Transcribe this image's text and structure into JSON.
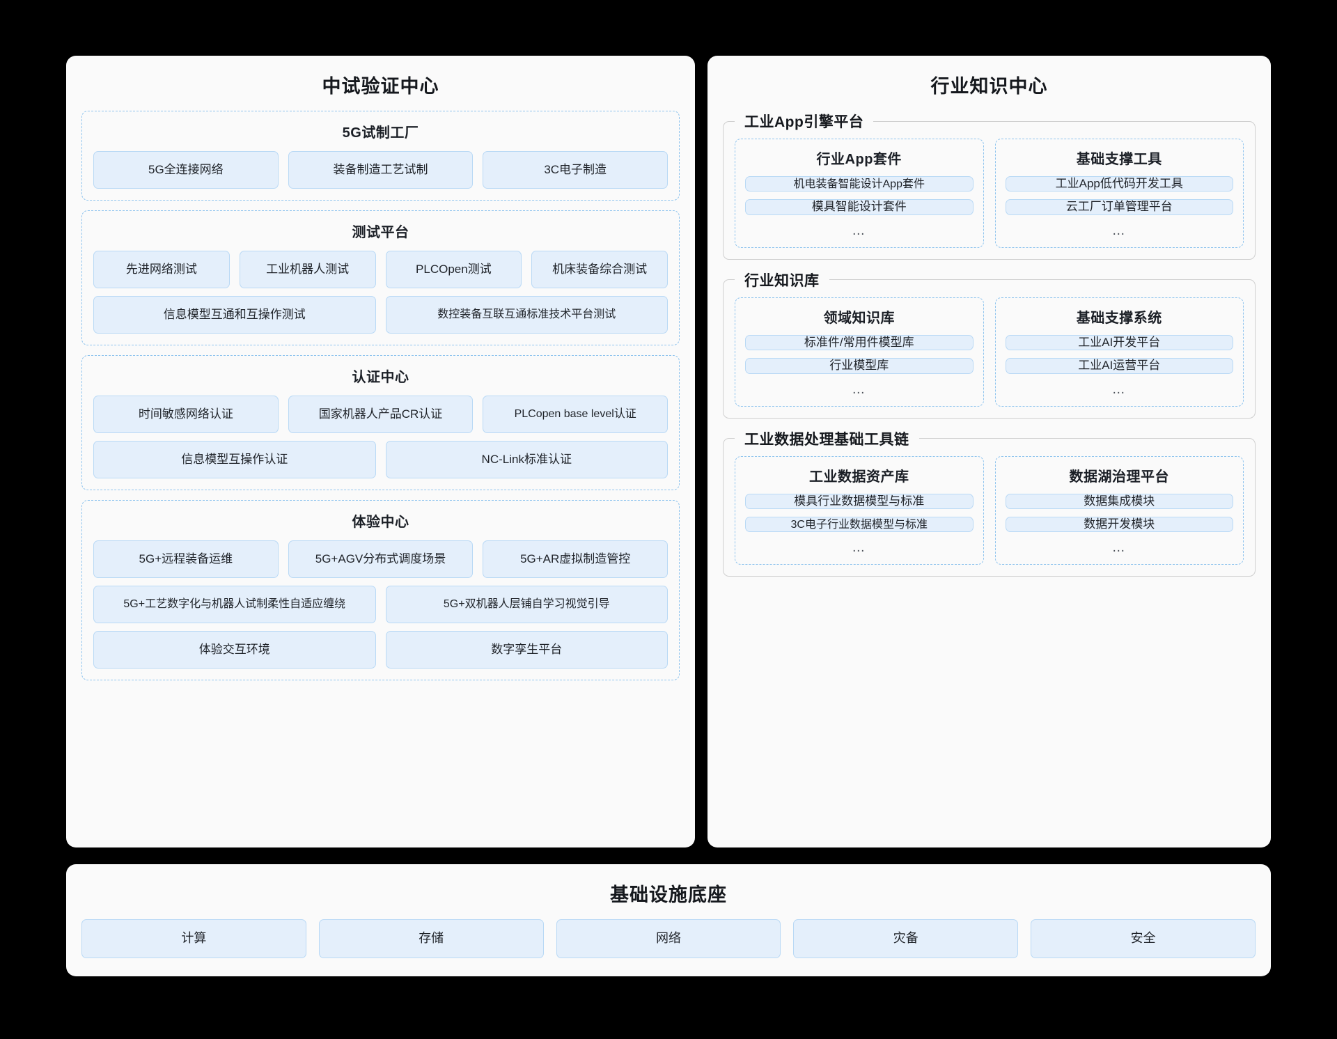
{
  "colors": {
    "page_background": "#000000",
    "panel_background": "#fafafa",
    "chip_fill": "#e4effb",
    "chip_border": "#b9d9f5",
    "dashed_border": "#8fc4ee",
    "fieldset_border": "#cfcfcf",
    "text": "#1f2329"
  },
  "pilot_center": {
    "title": "中试验证中心",
    "groups": [
      {
        "title": "5G试制工厂",
        "rows": [
          [
            "5G全连接网络",
            "装备制造工艺试制",
            "3C电子制造"
          ]
        ]
      },
      {
        "title": "测试平台",
        "rows": [
          [
            "先进网络测试",
            "工业机器人测试",
            "PLCOpen测试",
            "机床装备综合测试"
          ],
          [
            "信息模型互通和互操作测试",
            "数控装备互联互通标准技术平台测试"
          ]
        ]
      },
      {
        "title": "认证中心",
        "rows": [
          [
            "时间敏感网络认证",
            "国家机器人产品CR认证",
            "PLCopen base level认证"
          ],
          [
            "信息模型互操作认证",
            "NC-Link标准认证"
          ]
        ]
      },
      {
        "title": "体验中心",
        "rows": [
          [
            "5G+远程装备运维",
            "5G+AGV分布式调度场景",
            "5G+AR虚拟制造管控"
          ],
          [
            "5G+工艺数字化与机器人试制柔性自适应缠绕",
            "5G+双机器人层铺自学习视觉引导"
          ],
          [
            "体验交互环境",
            "数字孪生平台"
          ]
        ]
      }
    ]
  },
  "knowledge_center": {
    "title": "行业知识中心",
    "fieldsets": [
      {
        "legend": "工业App引擎平台",
        "columns": [
          {
            "title": "行业App套件",
            "items": [
              "机电装备智能设计App套件",
              "模具智能设计套件"
            ],
            "more": "…"
          },
          {
            "title": "基础支撑工具",
            "items": [
              "工业App低代码开发工具",
              "云工厂订单管理平台"
            ],
            "more": "…"
          }
        ]
      },
      {
        "legend": "行业知识库",
        "columns": [
          {
            "title": "领域知识库",
            "items": [
              "标准件/常用件模型库",
              "行业模型库"
            ],
            "more": "…"
          },
          {
            "title": "基础支撑系统",
            "items": [
              "工业AI开发平台",
              "工业AI运营平台"
            ],
            "more": "…"
          }
        ]
      },
      {
        "legend": "工业数据处理基础工具链",
        "columns": [
          {
            "title": "工业数据资产库",
            "items": [
              "模具行业数据模型与标准",
              "3C电子行业数据模型与标准"
            ],
            "more": "…"
          },
          {
            "title": "数据湖治理平台",
            "items": [
              "数据集成模块",
              "数据开发模块"
            ],
            "more": "…"
          }
        ]
      }
    ]
  },
  "infrastructure": {
    "title": "基础设施底座",
    "items": [
      "计算",
      "存储",
      "网络",
      "灾备",
      "安全"
    ]
  }
}
